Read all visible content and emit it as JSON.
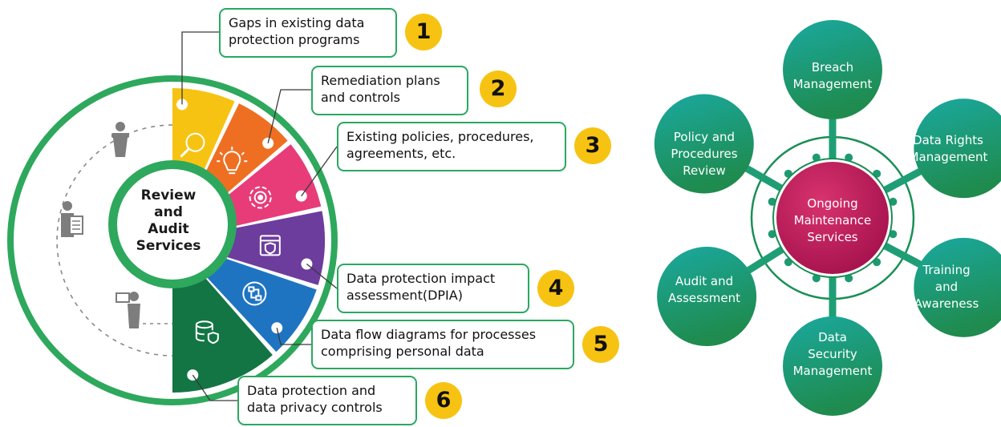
{
  "left_diagram": {
    "center_title": [
      "Review",
      "and",
      "Audit",
      "Services"
    ],
    "steps": [
      {
        "number": "1",
        "lines": [
          "Gaps in existing data",
          "protection programs"
        ],
        "icon": "magnifier-icon",
        "color": "#f7c313"
      },
      {
        "number": "2",
        "lines": [
          "Remediation plans",
          "and controls"
        ],
        "icon": "lightbulb-icon",
        "color": "#ee6f22"
      },
      {
        "number": "3",
        "lines": [
          "Existing policies, procedures,",
          "agreements, etc."
        ],
        "icon": "gear-target-icon",
        "color": "#e73c78"
      },
      {
        "number": "4",
        "lines": [
          "Data protection impact",
          "assessment(DPIA)"
        ],
        "icon": "shield-window-icon",
        "color": "#6c3d9c"
      },
      {
        "number": "5",
        "lines": [
          "Data flow diagrams for processes",
          "comprising personal data"
        ],
        "icon": "flow-diagram-icon",
        "color": "#1f74c2"
      },
      {
        "number": "6",
        "lines": [
          "Data protection and",
          "data privacy controls"
        ],
        "icon": "database-shield-icon",
        "color": "#137544"
      }
    ],
    "side_icons": [
      "speaker-podium-icon",
      "person-document-icon",
      "person-presentation-icon"
    ],
    "ring_color": "#2ea85c"
  },
  "right_diagram": {
    "center_lines": [
      "Ongoing",
      "Maintenance",
      "Services"
    ],
    "center_color": "#c41e5f",
    "nodes": [
      {
        "lines": [
          "Breach",
          "Management"
        ]
      },
      {
        "lines": [
          "Data Rights",
          "Management"
        ]
      },
      {
        "lines": [
          "Training",
          "and",
          "Awareness"
        ]
      },
      {
        "lines": [
          "Data",
          "Security",
          "Management"
        ]
      },
      {
        "lines": [
          "Audit and",
          "Assessment"
        ]
      },
      {
        "lines": [
          "Policy and",
          "Procedures",
          "Review"
        ]
      }
    ],
    "node_gradient": [
      "#1aa9a0",
      "#1f8b4e"
    ]
  }
}
